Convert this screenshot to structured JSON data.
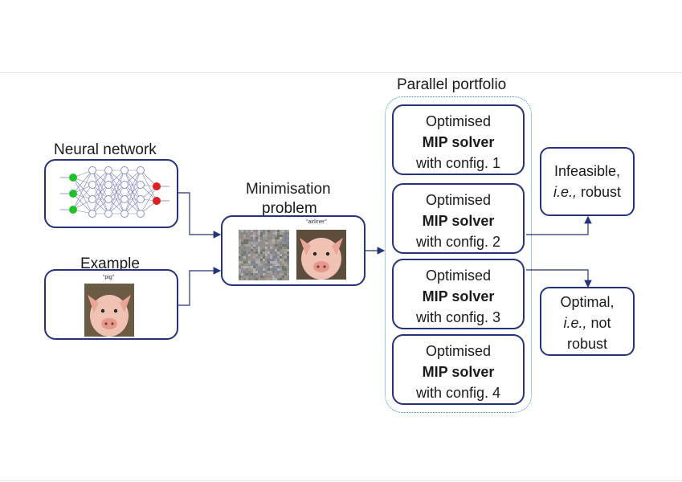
{
  "labels": {
    "parallel_portfolio": "Parallel portfolio",
    "neural_network": "Neural network",
    "example": "Example",
    "minimisation_line1": "Minimisation",
    "minimisation_line2": "problem",
    "pig_caption": "“pig”",
    "airliner_caption": "“airliner”"
  },
  "solvers": [
    {
      "line1": "Optimised",
      "line2": "MIP solver",
      "line3": "with config. 1"
    },
    {
      "line1": "Optimised",
      "line2": "MIP solver",
      "line3": "with config. 2"
    },
    {
      "line1": "Optimised",
      "line2": "MIP solver",
      "line3": "with config. 3"
    },
    {
      "line1": "Optimised",
      "line2": "MIP solver",
      "line3": "with config. 4"
    }
  ],
  "outcomes": {
    "infeasible": {
      "line1": "Infeasible,",
      "line2_italic": "i.e.,",
      "line2_rest": " robust"
    },
    "optimal": {
      "line1": "Optimal,",
      "line2_italic": "i.e.,",
      "line2_rest": " not",
      "line3": "robust"
    }
  },
  "colors": {
    "box_border": "#24337a",
    "portfolio_border": "#3a8fd0",
    "input_neuron": "#22c02a",
    "output_neuron": "#e02020",
    "hidden_neuron": "#8a90c8"
  },
  "icons": [
    "neural-network-icon",
    "pig-image",
    "noise-image",
    "airliner-pig-image"
  ]
}
